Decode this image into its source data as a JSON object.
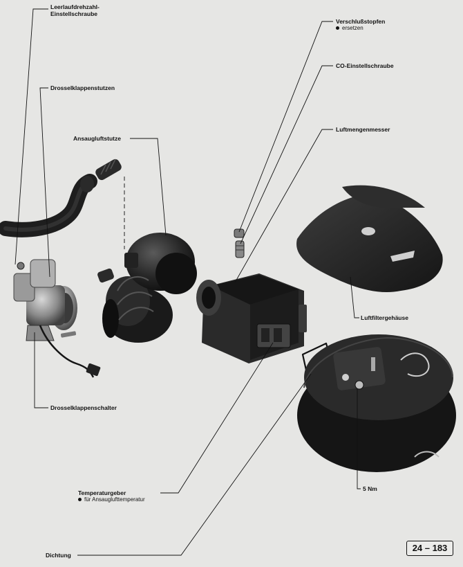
{
  "labels": {
    "leerlauf_line1": "Leerlaufdrehzahl-",
    "leerlauf_line2": "Einstellschraube",
    "drosselklappenstutzen": "Drosselklappenstutzen",
    "ansaugluftstutze": "Ansaugluftstutze",
    "drosselklappenschalter": "Drosselklappenschalter",
    "verschlussstopfen": "Verschlußstopfen",
    "verschlussstopfen_note": "ersetzen",
    "co_schraube": "CO-Einstellschraube",
    "luftmengenmesser": "Luftmengenmesser",
    "luftfiltergehaeuse": "Luftfiltergehäuse",
    "torque": "5 Nm",
    "temperaturgeber": "Temperaturgeber",
    "temperaturgeber_note": "für Ansauglufttemperatur",
    "dichtung": "Dichtung"
  },
  "figure_number": "24 – 183",
  "colors": {
    "part_dark": "#1c1c1c",
    "part_mid": "#3a3a3a",
    "paper": "#e6e6e4",
    "ink": "#111111"
  }
}
